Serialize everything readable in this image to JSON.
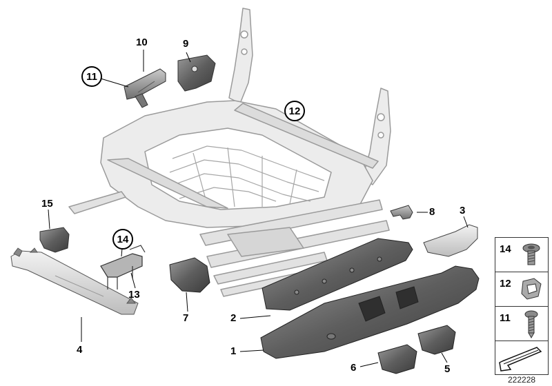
{
  "diagram": {
    "diagram_id": "222228",
    "callouts": {
      "c1": "1",
      "c2": "2",
      "c3": "3",
      "c4": "4",
      "c5": "5",
      "c6": "6",
      "c7": "7",
      "c8": "8",
      "c9": "9",
      "c10": "10",
      "c11": "11",
      "c12": "12",
      "c13": "13",
      "c14": "14",
      "c15": "15"
    },
    "legend": {
      "item14": "14",
      "item12": "12",
      "item11": "11"
    }
  },
  "colors": {
    "frame_fill": "#ececec",
    "frame_stroke": "#9a9a9a",
    "part_dark": "#5a5a5a",
    "part_mid": "#8c8c8c",
    "part_light": "#b9b9b9"
  }
}
